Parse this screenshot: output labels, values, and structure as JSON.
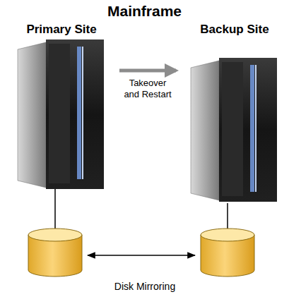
{
  "diagram": {
    "title": "Mainframe",
    "nodes": [
      {
        "text": [
          "Primary Site"
        ]
      },
      {
        "text": [
          "Backup Site"
        ]
      }
    ],
    "edges": [
      {
        "from": 0,
        "to": 1,
        "arrow": "to",
        "label": "Takeover and Restart"
      }
    ],
    "labels": [
      "Disk Mirroring"
    ]
  }
}
